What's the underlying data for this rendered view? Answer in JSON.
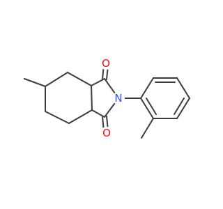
{
  "molecule": {
    "atoms": {
      "carbonyl_top_O": {
        "symbol": "O"
      },
      "carbonyl_bottom_O": {
        "symbol": "O"
      },
      "imide_N": {
        "symbol": "N"
      }
    }
  },
  "colors": {
    "bond": "#3c3c3c",
    "oxygen": "#ff0d0d",
    "nitrogen": "#3050f8",
    "background": "#ffffff"
  }
}
